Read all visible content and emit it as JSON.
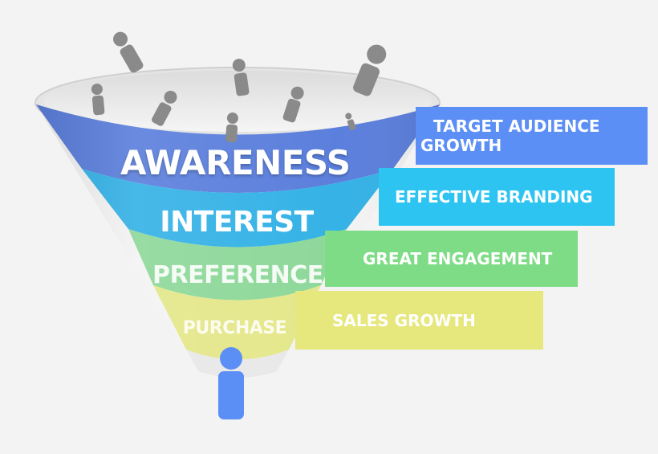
{
  "funnel": {
    "stages": [
      {
        "label": "AWARENESS",
        "color": "#5b7fdc"
      },
      {
        "label": "INTEREST",
        "color": "#35b2e6"
      },
      {
        "label": "PREFERENCE",
        "color": "#8ed89a"
      },
      {
        "label": "PURCHASE",
        "color": "#e4e78a"
      }
    ]
  },
  "banners": [
    {
      "line1": "TARGET AUDIENCE",
      "line2": "GROWTH",
      "color": "#5b8ff5"
    },
    {
      "line1": "EFFECTIVE BRANDING",
      "color": "#2ec4f2"
    },
    {
      "line1": "GREAT ENGAGEMENT",
      "color": "#7fdc86"
    },
    {
      "line1": "SALES GROWTH",
      "color": "#e6e77c"
    }
  ],
  "icons": {
    "people": "person-icon",
    "customer": "customer-icon",
    "people_color": "#8a8a8a",
    "customer_color": "#5b8ff5"
  }
}
